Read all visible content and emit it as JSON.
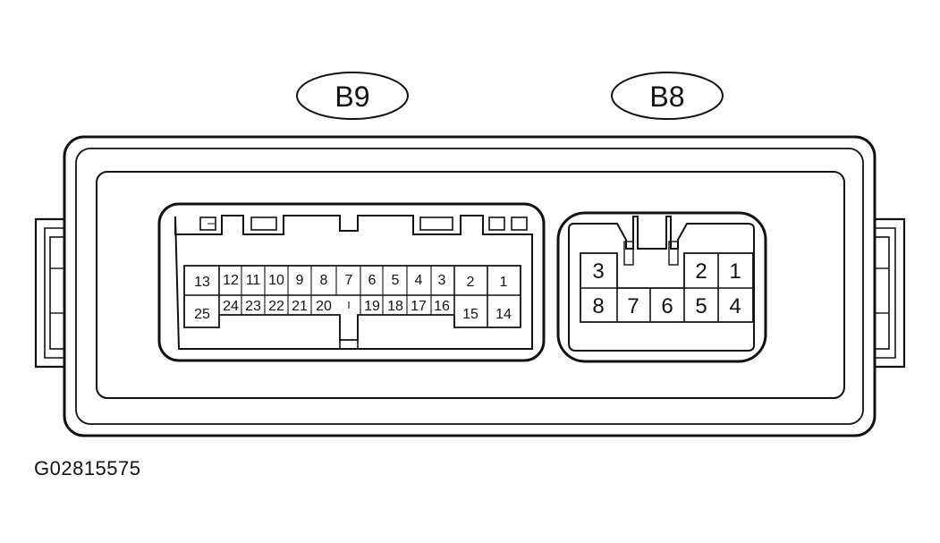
{
  "connectors": [
    {
      "name": "B9",
      "pins_row1": [
        "13",
        "12",
        "11",
        "10",
        "9",
        "8",
        "7",
        "6",
        "5",
        "4",
        "3",
        "2",
        "1"
      ],
      "pins_row2": [
        "25",
        "24",
        "23",
        "22",
        "21",
        "20",
        "19",
        "18",
        "17",
        "16",
        "15",
        "14"
      ]
    },
    {
      "name": "B8",
      "pins_row1": [
        "3",
        "2",
        "1"
      ],
      "pins_row2": [
        "8",
        "7",
        "6",
        "5",
        "4"
      ]
    }
  ],
  "figure_id": "G02815575"
}
